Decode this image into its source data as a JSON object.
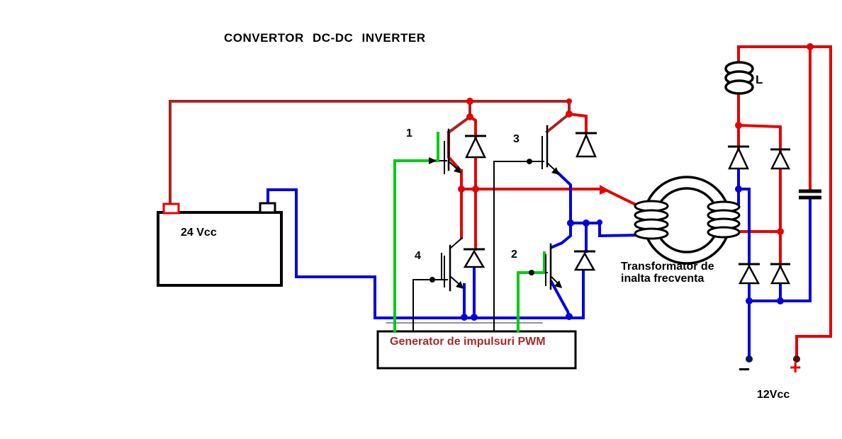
{
  "title": "CONVERTOR DC-DC INVERTER",
  "colors": {
    "red": "#e60000",
    "darkred": "#a82424",
    "blue": "#0000dd",
    "green": "#00cc11",
    "pwm-text": "#a02c2c",
    "ink": "#000000"
  },
  "battery": {
    "label": "24 Vcc"
  },
  "transistors": {
    "t1": "1",
    "t2": "2",
    "t3": "3",
    "t4": "4"
  },
  "pwm": {
    "label": "Generator de impulsuri PWM"
  },
  "transformer": {
    "line1": "Transformator de",
    "line2": "inalta frecventa"
  },
  "inductor": {
    "label": "L"
  },
  "output": {
    "minus": "−",
    "plus": "+",
    "voltage": "12Vcc"
  }
}
